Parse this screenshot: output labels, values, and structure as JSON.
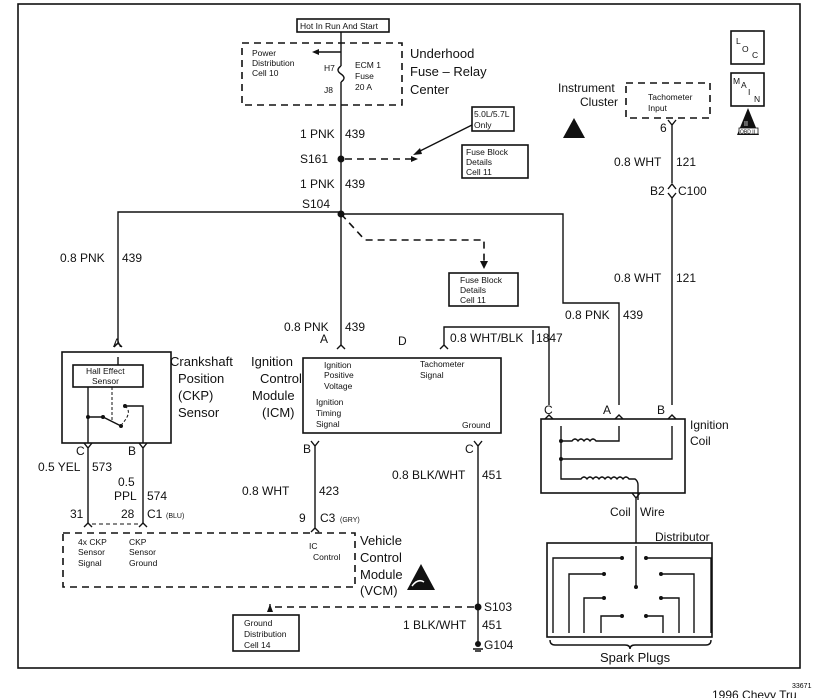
{
  "power": {
    "hot_label": "Hot In Run And Start",
    "center_label": [
      "Underhood",
      "Fuse – Relay",
      "Center"
    ],
    "power_dist": [
      "Power",
      "Distribution",
      "Cell 10"
    ],
    "h7": "H7",
    "j8": "J8",
    "fuse": [
      "ECM 1",
      "Fuse",
      "20 A"
    ]
  },
  "wires": {
    "pnk1": {
      "gauge": "1 PNK",
      "circuit": "439"
    },
    "pnk2": {
      "gauge": "1 PNK",
      "circuit": "439"
    },
    "pnk_left": {
      "gauge": "0.8 PNK",
      "circuit": "439"
    },
    "pnk_icm": {
      "gauge": "0.8 PNK",
      "circuit": "439"
    },
    "pnk_coil": {
      "gauge": "0.8 PNK",
      "circuit": "439"
    },
    "wht_blk": {
      "gauge": "0.8 WHT/BLK",
      "circuit": "1847"
    },
    "wht_tach1": {
      "gauge": "0.8 WHT",
      "circuit": "121"
    },
    "wht_tach2": {
      "gauge": "0.8 WHT",
      "circuit": "121"
    },
    "yel": {
      "gauge": "0.5 YEL",
      "circuit": "573"
    },
    "ppl": {
      "gauge1": "0.5",
      "gauge2": "PPL",
      "circuit": "574"
    },
    "wht423": {
      "gauge": "0.8 WHT",
      "circuit": "423"
    },
    "blkwht1": {
      "gauge": "0.8 BLK/WHT",
      "circuit": "451"
    },
    "blkwht2": {
      "gauge": "1 BLK/WHT",
      "circuit": "451"
    }
  },
  "splices": {
    "s161": "S161",
    "s104": "S104",
    "s103": "S103",
    "g104": "G104"
  },
  "notes": {
    "engine_only": [
      "5.0L/5.7L",
      "Only"
    ],
    "fuse_block_1": [
      "Fuse Block",
      "Details",
      "Cell 11"
    ],
    "fuse_block_2": [
      "Fuse Block",
      "Details",
      "Cell 11"
    ],
    "ground_dist": [
      "Ground",
      "Distribution",
      "Cell 14"
    ]
  },
  "ckp": {
    "title": [
      "Crankshaft",
      "Position",
      "(CKP)",
      "Sensor"
    ],
    "hall": [
      "Hall Effect",
      "Sensor"
    ],
    "pin_a": "A",
    "pin_c": "C",
    "pin_b": "B",
    "c1_31": "31",
    "c1_28": "28",
    "c1": "C1",
    "c1_color": "(BLU)"
  },
  "icm": {
    "title": [
      "Ignition",
      "Control",
      "Module",
      "(ICM)"
    ],
    "pin_a": "A",
    "pin_d": "D",
    "pin_b": "B",
    "pin_c": "C",
    "ign_pos": [
      "Ignition",
      "Positive",
      "Voltage"
    ],
    "tach": [
      "Tachometer",
      "Signal"
    ],
    "timing": [
      "Ignition",
      "Timing",
      "Signal"
    ],
    "ground": "Ground"
  },
  "vcm": {
    "title": [
      "Vehicle",
      "Control",
      "Module",
      "(VCM)"
    ],
    "c3_pin": "9",
    "c3": "C3",
    "c3_color": "(GRY)",
    "ckp4x": [
      "4x CKP",
      "Sensor",
      "Signal"
    ],
    "ckpgnd": [
      "CKP",
      "Sensor",
      "Ground"
    ],
    "ic": [
      "IC",
      "Control"
    ]
  },
  "cluster": {
    "title": [
      "Instrument",
      "Cluster"
    ],
    "tach": [
      "Tachometer",
      "Input"
    ],
    "pin": "6",
    "b2": "B2",
    "c100": "C100"
  },
  "coil": {
    "title": [
      "Ignition",
      "Coil"
    ],
    "pin_c": "C",
    "pin_a": "A",
    "pin_b": "B",
    "coil_wire": [
      "Coil",
      "Wire"
    ]
  },
  "distributor": {
    "title": "Distributor",
    "plugs": "Spark Plugs"
  },
  "badges": {
    "loc": [
      "L",
      "O",
      "C"
    ],
    "main": [
      "M",
      "A",
      "I",
      "N"
    ],
    "obd": [
      "II",
      "OBD II"
    ]
  },
  "footer": {
    "ref": "33671",
    "title": "1996 Chevy Tru"
  }
}
